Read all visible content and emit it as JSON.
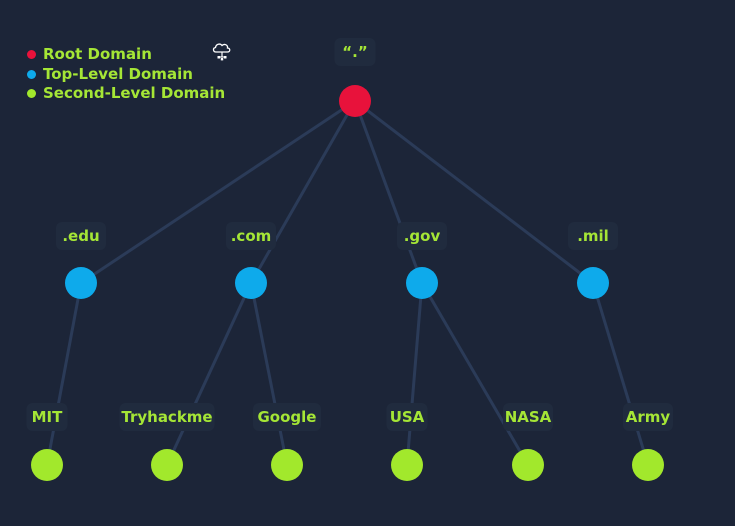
{
  "colors": {
    "background": "#1c2538",
    "edge": "#2b3b58",
    "label_bg": "#202b3e",
    "root": "#e8123b",
    "tld": "#0eaaeb",
    "sld": "#a2e82c",
    "label_text": "#a5e636"
  },
  "legend": {
    "items": [
      {
        "label": "Root Domain",
        "color": "#e8123b"
      },
      {
        "label": "Top-Level Domain",
        "color": "#0eaaeb"
      },
      {
        "label": "Second-Level Domain",
        "color": "#a2e82c"
      }
    ]
  },
  "icons": {
    "top": "cloud-network-icon"
  },
  "tree": {
    "root": {
      "label": "“.”",
      "level": "root"
    },
    "tlds": [
      {
        "label": ".edu",
        "level": "tld",
        "children": [
          {
            "label": "MIT"
          }
        ]
      },
      {
        "label": ".com",
        "level": "tld",
        "children": [
          {
            "label": "Tryhackme"
          },
          {
            "label": "Google"
          }
        ]
      },
      {
        "label": ".gov",
        "level": "tld",
        "children": [
          {
            "label": "USA"
          },
          {
            "label": "NASA"
          }
        ]
      },
      {
        "label": ".mil",
        "level": "tld",
        "children": [
          {
            "label": "Army"
          }
        ]
      }
    ]
  }
}
